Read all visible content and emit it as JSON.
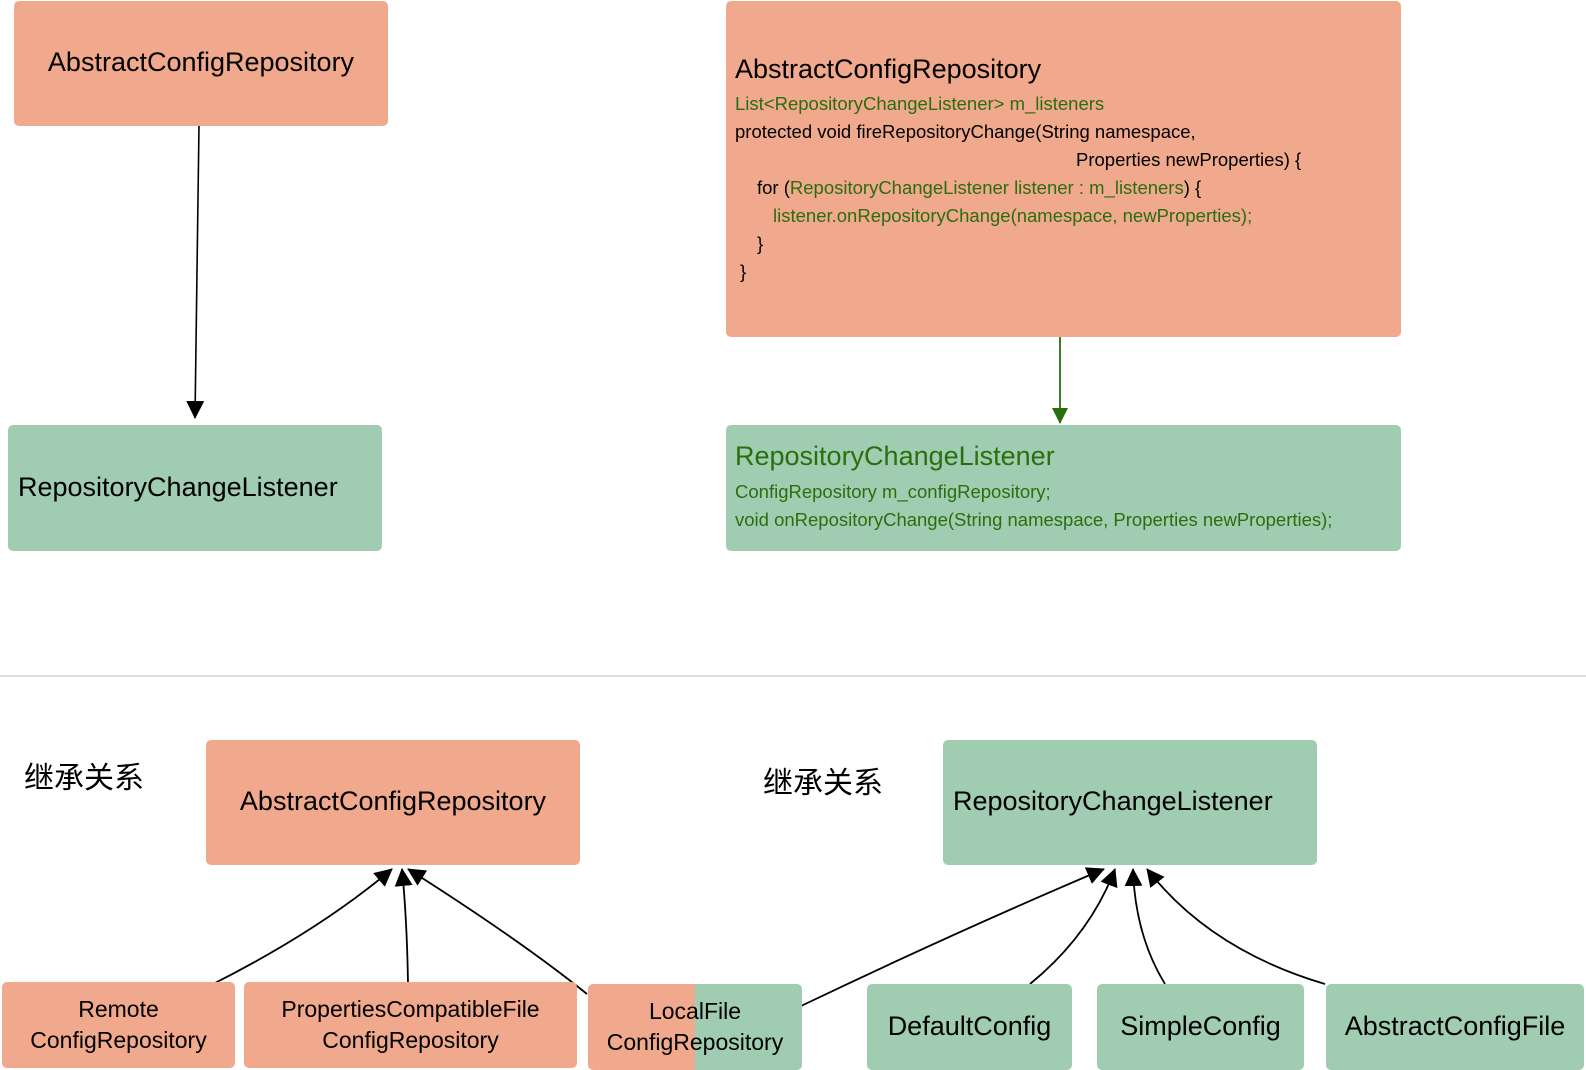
{
  "top_left": {
    "repo_title": "AbstractConfigRepository",
    "listener_title": "RepositoryChangeListener"
  },
  "top_right": {
    "repo_title": "AbstractConfigRepository",
    "repo_lines": [
      "List<RepositoryChangeListener> m_listeners",
      "protected void fireRepositoryChange(String namespace,",
      "Properties newProperties) {",
      "for (",
      "RepositoryChangeListener listener : m_listeners",
      ") {",
      "listener.onRepositoryChange(namespace, newProperties);",
      "}",
      "}"
    ],
    "listener_title": "RepositoryChangeListener",
    "listener_lines": [
      "ConfigRepository m_configRepository;",
      "void onRepositoryChange(String namespace, Properties newProperties);"
    ]
  },
  "bottom_left": {
    "caption": "继承关系",
    "parent": "AbstractConfigRepository",
    "children": [
      {
        "line1": "Remote",
        "line2": "ConfigRepository"
      },
      {
        "line1": "PropertiesCompatibleFile",
        "line2": "ConfigRepository"
      },
      {
        "line1": "LocalFile",
        "line2": "ConfigRepository"
      }
    ]
  },
  "bottom_right": {
    "caption": "继承关系",
    "parent": "RepositoryChangeListener",
    "children": [
      "DefaultConfig",
      "SimpleConfig",
      "AbstractConfigFile"
    ]
  },
  "colors": {
    "orange": "#f0a98c",
    "green": "#a0cdb2",
    "dark_green": "#2a6e0e",
    "divider": "#c8c8c8"
  }
}
